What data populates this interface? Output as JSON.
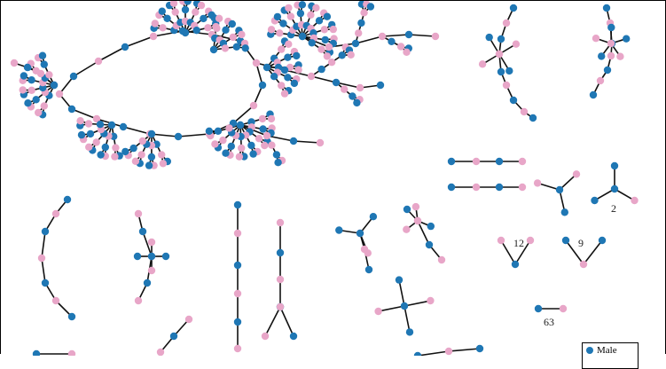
{
  "colors": {
    "male": "#1f77b4",
    "female": "#e8a6c8",
    "edge": "#111111"
  },
  "component_labels": [
    "2",
    "12",
    "9",
    "63"
  ],
  "legend": {
    "items": [
      {
        "label": "Male",
        "color": "#1f77b4"
      }
    ]
  }
}
